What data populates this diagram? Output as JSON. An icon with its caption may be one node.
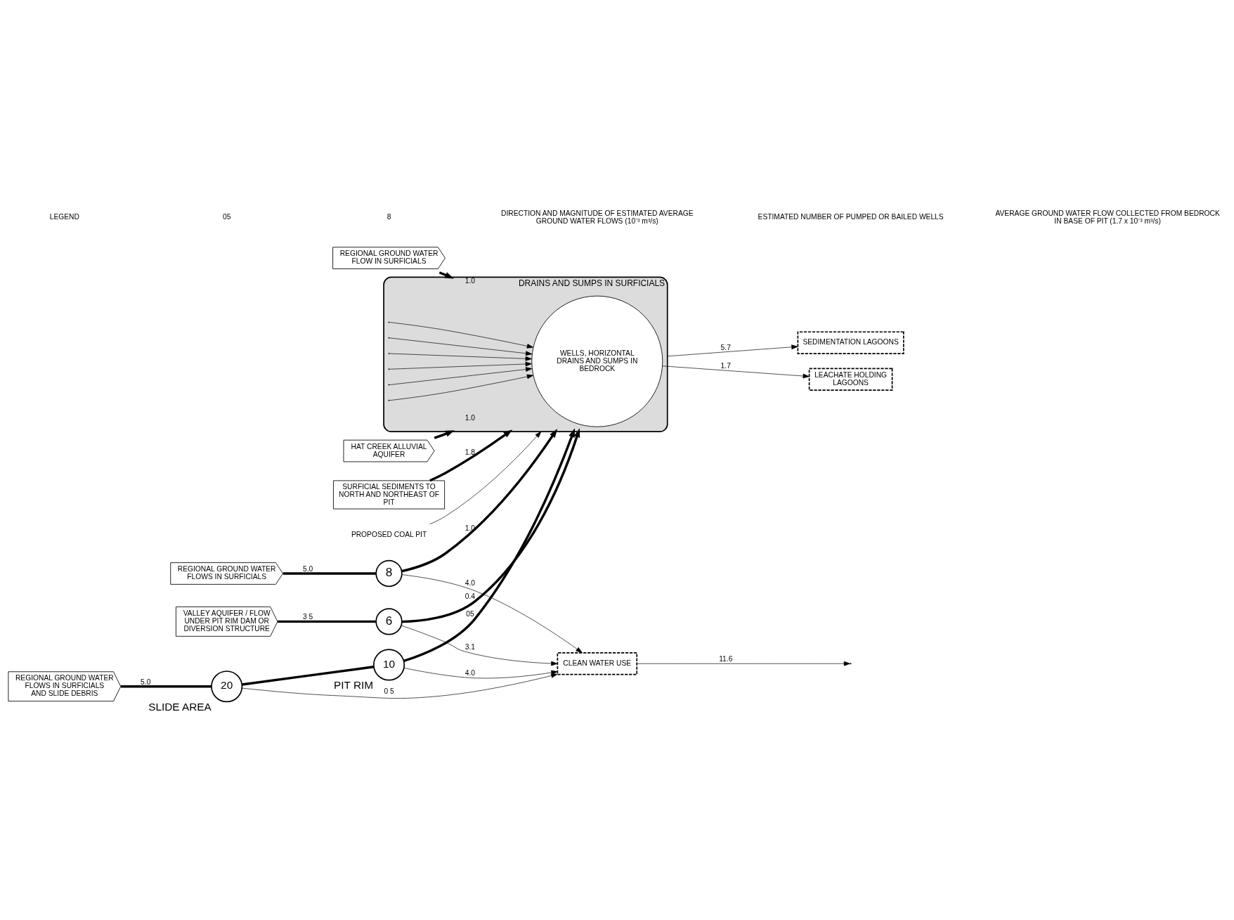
{
  "diagram": {
    "nodes": [
      {
        "text": [
          "SEDIMENTATION LAGOONS"
        ]
      },
      {
        "text": [
          "LEACHATE HOLDING LAGOONS"
        ]
      },
      {
        "text": [
          "HAT CREEK ALLUVIAL AQUIFER"
        ]
      },
      {
        "text": [
          "SURFICIAL SEDIMENTS TO NORTH AND NORTHEAST OF PIT"
        ]
      },
      {
        "text": [
          "DRAINS AND SUMPS IN SURFICIALS"
        ]
      },
      {
        "text": [
          "WELLS, HORIZONTAL DRAINS AND SUMPS IN BEDROCK"
        ],
        "in": 4
      },
      {
        "text": [
          "PROPOSED COAL PIT"
        ]
      },
      {
        "text": [
          "REGIONAL GROUND WATER FLOWS IN SURFICIALS AND SLIDE DEBRIS"
        ]
      },
      {
        "text": [
          "20"
        ],
        "beside": [
          "SLIDE AREA"
        ]
      },
      {
        "text": [
          "10"
        ],
        "beside": [
          "PIT RIM"
        ]
      },
      {
        "text": [
          "8"
        ]
      },
      {
        "text": [
          "REGIONAL GROUND WATER FLOWS IN SURFICIALS"
        ]
      },
      {
        "text": [
          "CLEAN WATER USE"
        ]
      },
      {
        "text": [
          "6"
        ]
      },
      {
        "text": [
          "VALLEY AQUIFER / FLOW UNDER PIT RIM DAM OR DIVERSION STRUCTURE"
        ]
      },
      {
        "text": [
          "REGIONAL GROUND WATER FLOW IN SURFICIALS"
        ]
      }
    ],
    "edges": [
      {
        "from": 4,
        "to": 0,
        "arrow": "to",
        "label": "5.7"
      },
      {
        "from": 5,
        "to": 1,
        "arrow": "to",
        "label": "1.7"
      },
      {
        "from": 2,
        "to": 4,
        "arrow": "to",
        "label": "1.0",
        "style": "thick"
      },
      {
        "from": 3,
        "to": 4,
        "arrow": "to",
        "label": "1.8",
        "style": "thick"
      },
      {
        "from": 6,
        "to": 4,
        "arrow": "to"
      },
      {
        "from": 7,
        "to": 8,
        "arrow": "none",
        "label": "5.0",
        "style": "thick"
      },
      {
        "from": 8,
        "to": 9,
        "arrow": "none",
        "style": "thick"
      },
      {
        "from": 9,
        "to": 4,
        "arrow": "to",
        "label": "05",
        "style": "thick"
      },
      {
        "from": 11,
        "to": 10,
        "arrow": "none",
        "label": "5.0",
        "style": "thick"
      },
      {
        "from": 10,
        "to": 4,
        "arrow": "to",
        "label": "1.0",
        "style": "thick"
      },
      {
        "from": 8,
        "to": 12,
        "arrow": "to",
        "label": "0 5"
      },
      {
        "from": 9,
        "to": 12,
        "arrow": "to",
        "label": "4.0"
      },
      {
        "from": 13,
        "to": 12,
        "arrow": "to",
        "label": "3.1"
      },
      {
        "from": 10,
        "to": 12,
        "arrow": "to",
        "label": "4.0"
      },
      {
        "from": 12,
        "to": null,
        "arrow": "to",
        "label": "11.6"
      },
      {
        "from": 14,
        "to": 13,
        "arrow": "none",
        "label": "3 5",
        "style": "thick"
      },
      {
        "from": 13,
        "to": 4,
        "arrow": "to",
        "label": "0.4",
        "style": "thick"
      },
      {
        "from": 15,
        "to": 4,
        "arrow": "to",
        "label": "1.0",
        "style": "thick"
      },
      {
        "from": 4,
        "to": 5,
        "arrow": "to"
      },
      {
        "from": 4,
        "to": 5,
        "arrow": "to"
      },
      {
        "from": 4,
        "to": 5,
        "arrow": "to"
      },
      {
        "from": 4,
        "to": 5,
        "arrow": "to"
      },
      {
        "from": 4,
        "to": 5,
        "arrow": "to"
      },
      {
        "from": 4,
        "to": 5,
        "arrow": "to"
      }
    ],
    "labels": [
      "LEGEND",
      "05",
      "8"
    ],
    "legend": [
      {
        "text": "DIRECTION AND MAGNITUDE OF ESTIMATED AVERAGE GROUND WATER FLOWS (10⁻³ m³/s)"
      },
      {
        "text": "ESTIMATED NUMBER OF PUMPED OR BAILED WELLS"
      },
      {
        "text": "AVERAGE GROUND WATER FLOW COLLECTED FROM BEDROCK IN BASE OF PIT (1.7 x 10⁻³ m³/s)"
      }
    ]
  }
}
